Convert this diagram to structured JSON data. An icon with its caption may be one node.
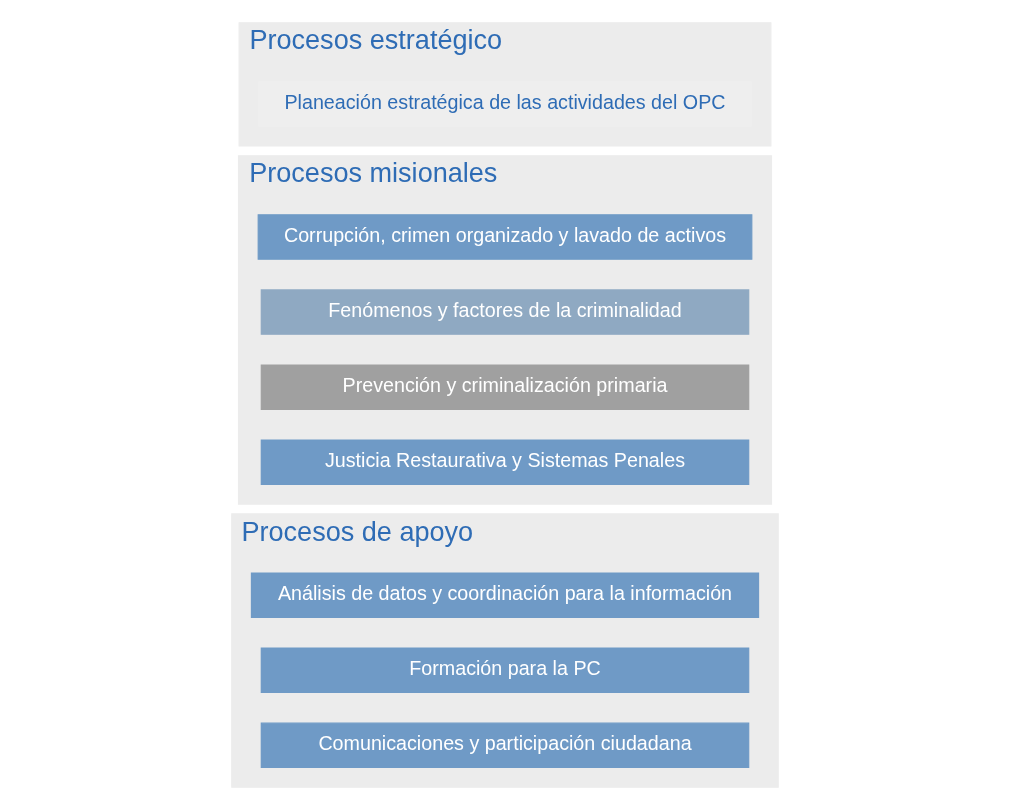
{
  "diagram": {
    "nodes": [
      {
        "text": [
          "Procesos estratégico"
        ]
      },
      {
        "text": [
          "Planeación estratégica de las actividades del OPC"
        ],
        "in": 0
      },
      {
        "text": [
          "Procesos misionales"
        ]
      },
      {
        "text": [
          "Corrupción, crimen organizado y lavado de activos"
        ],
        "in": 2
      },
      {
        "text": [
          "Fenómenos y factores de la criminalidad"
        ],
        "in": 2
      },
      {
        "text": [
          "Prevención y criminalización primaria"
        ],
        "in": 2
      },
      {
        "text": [
          "Justicia Restaurativa y Sistemas Penales"
        ],
        "in": 2
      },
      {
        "text": [
          "Procesos de apoyo"
        ]
      },
      {
        "text": [
          "Análisis de datos y coordinación para la información"
        ],
        "in": 7
      },
      {
        "text": [
          "Formación para la PC"
        ],
        "in": 7
      },
      {
        "text": [
          "Comunicaciones y participación ciudadana"
        ],
        "in": 7
      }
    ]
  }
}
